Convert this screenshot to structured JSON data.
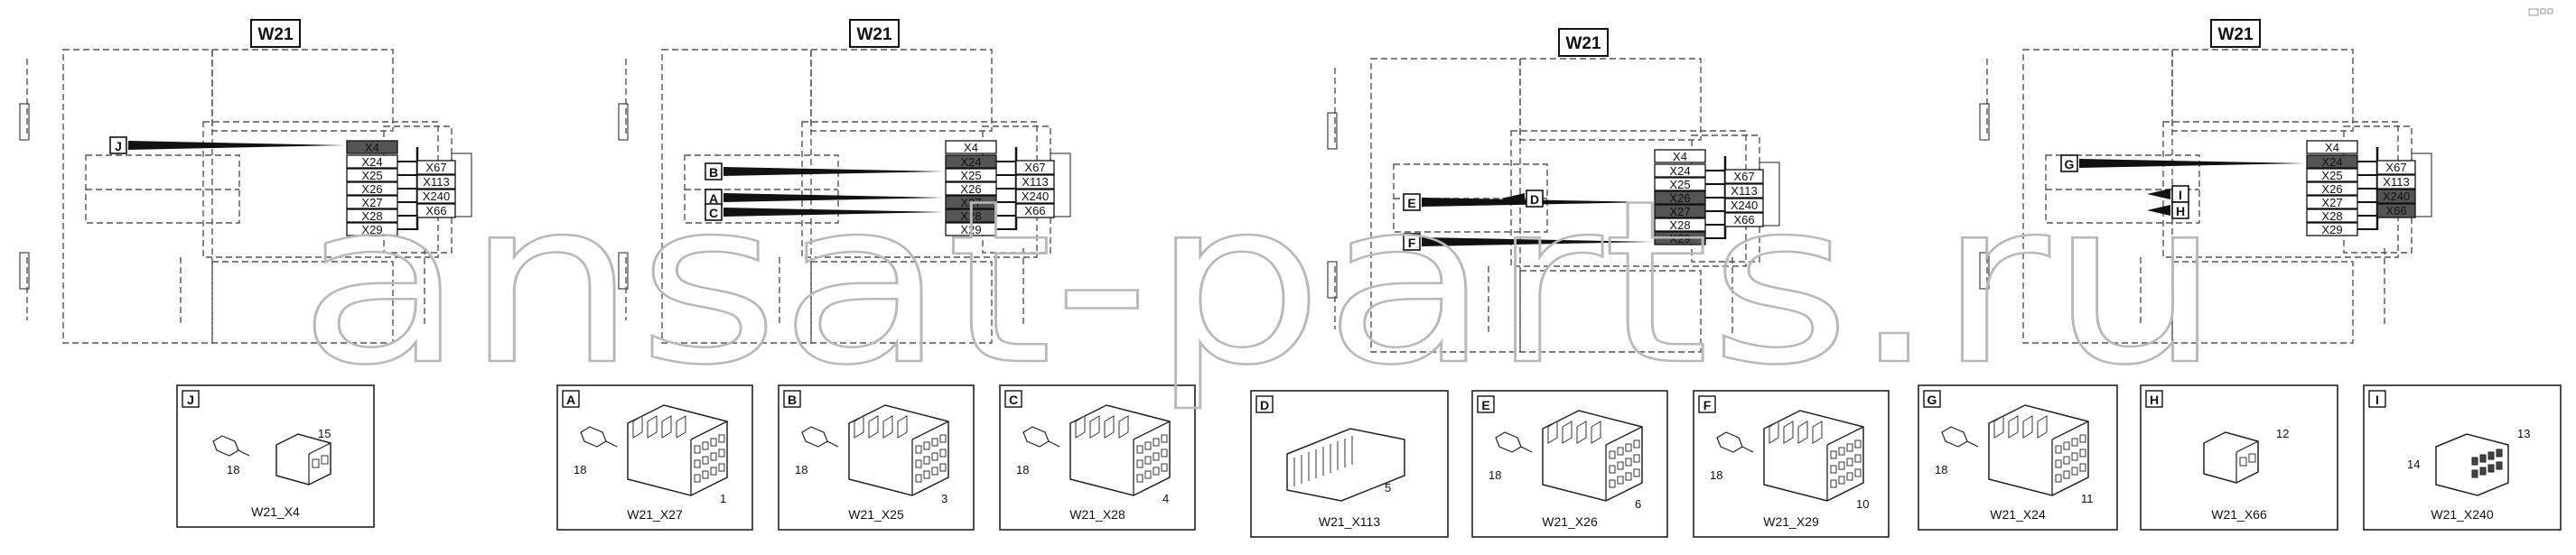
{
  "diagrams": [
    {
      "title": "W21",
      "top": [
        "X4"
      ],
      "left": [
        "X24",
        "X25",
        "X26",
        "X27",
        "X28",
        "X29"
      ],
      "right": [
        "X67",
        "X113",
        "X240",
        "X66"
      ],
      "callouts": [
        "J"
      ]
    },
    {
      "title": "W21",
      "top": [
        "X4"
      ],
      "left": [
        "X24",
        "X25",
        "X26",
        "X27",
        "X28",
        "X29"
      ],
      "right": [
        "X67",
        "X113",
        "X240",
        "X66"
      ],
      "callouts": [
        "B",
        "A",
        "C"
      ]
    },
    {
      "title": "W21",
      "top": [
        "X4"
      ],
      "left": [
        "X24",
        "X25",
        "X26",
        "X27",
        "X28",
        "X29"
      ],
      "right": [
        "X67",
        "X113",
        "X240",
        "X66"
      ],
      "callouts": [
        "E",
        "F",
        "D"
      ]
    },
    {
      "title": "W21",
      "top": [
        "X4"
      ],
      "left": [
        "X24",
        "X25",
        "X26",
        "X27",
        "X28",
        "X29"
      ],
      "right": [
        "X67",
        "X113",
        "X240",
        "X66"
      ],
      "callouts": [
        "G",
        "I",
        "H"
      ]
    }
  ],
  "panels": [
    {
      "letter": "J",
      "caption": "W21_X4",
      "nums": [
        "18",
        "15"
      ]
    },
    {
      "letter": "A",
      "caption": "W21_X27",
      "nums": [
        "18",
        "1"
      ]
    },
    {
      "letter": "B",
      "caption": "W21_X25",
      "nums": [
        "18",
        "3"
      ]
    },
    {
      "letter": "C",
      "caption": "W21_X28",
      "nums": [
        "18",
        "4"
      ]
    },
    {
      "letter": "D",
      "caption": "W21_X113",
      "nums": [
        "5"
      ]
    },
    {
      "letter": "E",
      "caption": "W21_X26",
      "nums": [
        "18",
        "6"
      ]
    },
    {
      "letter": "F",
      "caption": "W21_X29",
      "nums": [
        "18",
        "10"
      ]
    },
    {
      "letter": "G",
      "caption": "W21_X24",
      "nums": [
        "18",
        "11"
      ]
    },
    {
      "letter": "H",
      "caption": "W21_X66",
      "nums": [
        "12"
      ]
    },
    {
      "letter": "I",
      "caption": "W21_X240",
      "nums": [
        "14",
        "13"
      ]
    }
  ],
  "watermark": "ansat-parts.ru",
  "corner_icon": "page-reference-icon",
  "colors": {
    "line": "#111111",
    "dashed": "#555555",
    "highlight": "#555555",
    "watermark": "#b9b9b9"
  }
}
